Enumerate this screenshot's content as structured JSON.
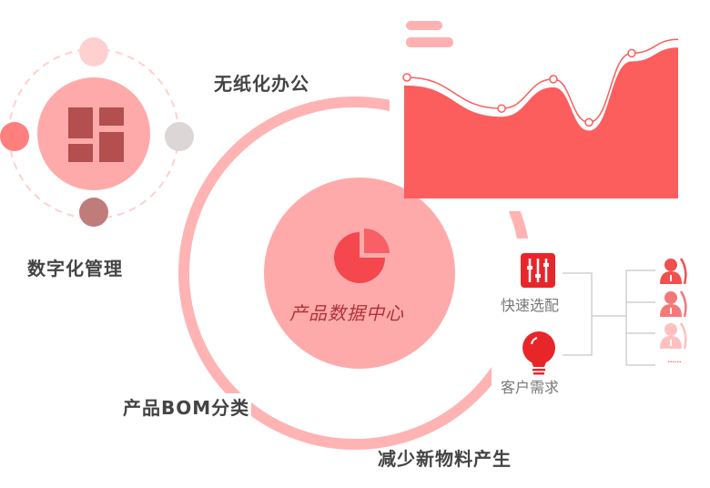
{
  "center": {
    "title": "产品数据中心",
    "icon": "pie-chart-icon"
  },
  "labels": {
    "paperless": "无纸化办公",
    "digital": "数字化管理",
    "bom": "产品BOM分类",
    "reduce": "减少新物料产生"
  },
  "right": {
    "quick_select": "快速选配",
    "customer_needs": "客户需求",
    "more": "......"
  },
  "chart_data": {
    "type": "area",
    "x": [
      1,
      2,
      3,
      4,
      5,
      6
    ],
    "values": [
      70,
      52,
      69,
      44,
      84,
      92
    ],
    "title": "",
    "xlabel": "",
    "ylabel": ""
  },
  "colors": {
    "accent": "#fc5d5d",
    "ring": "#ffb3b3",
    "circle": "#ffaaaa",
    "dark": "#b34f4f",
    "icon_red": "#e8262a"
  }
}
